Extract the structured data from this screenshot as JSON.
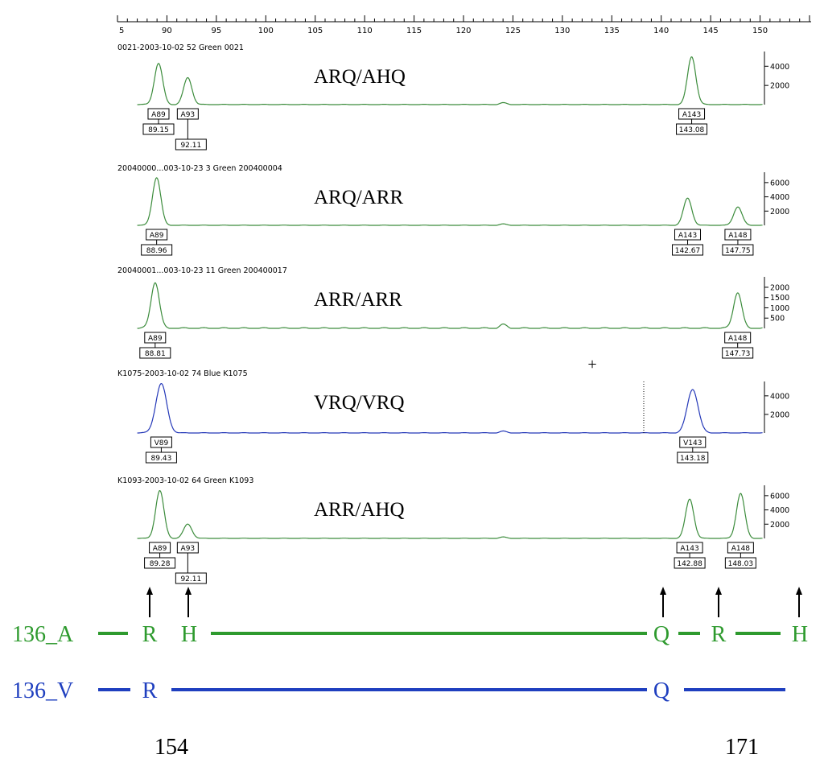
{
  "colors": {
    "green": "#3c8c3c",
    "blue": "#2438b8",
    "seq_green": "#2e9a2e",
    "seq_blue": "#1f3fbf"
  },
  "chart_data": {
    "type": "line",
    "x_axis": {
      "min": 85,
      "max": 155,
      "ticks": [
        85,
        90,
        95,
        100,
        105,
        110,
        115,
        120,
        125,
        130,
        135,
        140,
        145,
        150
      ],
      "tick_labels": [
        "5",
        "90",
        "95",
        "100",
        "105",
        "110",
        "115",
        "120",
        "125",
        "130",
        "135",
        "140",
        "145",
        "150"
      ]
    },
    "panels": [
      {
        "header": "0021-2003-10-02   52 Green  0021",
        "genotype": "ARQ/AHQ",
        "color": "green",
        "y_max": 5200,
        "y_ticks": [
          4000,
          2000
        ],
        "y_tick_labels": [
          "4000",
          "2000"
        ],
        "peaks": [
          {
            "label": "A89",
            "x": 89.15,
            "height": 4300,
            "size_label": "89.15"
          },
          {
            "label": "A93",
            "x": 92.11,
            "height": 2800,
            "size_label": "92.11"
          },
          {
            "label": "A143",
            "x": 143.08,
            "height": 5000,
            "size_label": "143.08"
          }
        ]
      },
      {
        "header": "20040000...003-10-23  3 Green  200400004",
        "genotype": "ARQ/ARR",
        "color": "green",
        "y_max": 7000,
        "y_ticks": [
          6000,
          4000,
          2000
        ],
        "y_tick_labels": [
          "6000",
          "4000",
          "2000"
        ],
        "peaks": [
          {
            "label": "A89",
            "x": 88.96,
            "height": 6700,
            "size_label": "88.96"
          },
          {
            "label": "A143",
            "x": 142.67,
            "height": 3800,
            "size_label": "142.67"
          },
          {
            "label": "A148",
            "x": 147.75,
            "height": 2600,
            "size_label": "147.75"
          }
        ]
      },
      {
        "header": "20040001...003-10-23 11 Green  200400017",
        "genotype": "ARR/ARR",
        "color": "green",
        "y_max": 2350,
        "y_ticks": [
          2000,
          1500,
          1000,
          500
        ],
        "y_tick_labels": [
          "2000",
          "1500",
          "1000",
          "500"
        ],
        "peaks": [
          {
            "label": "A89",
            "x": 88.81,
            "height": 2250,
            "size_label": "88.81"
          },
          {
            "label": "A148",
            "x": 147.73,
            "height": 1750,
            "size_label": "147.73"
          }
        ]
      },
      {
        "header": "K1075-2003-10-02   74 Blue    K1075",
        "genotype": "VRQ/VRQ",
        "color": "blue",
        "y_max": 5200,
        "y_ticks": [
          4000,
          2000
        ],
        "y_tick_labels": [
          "4000",
          "2000"
        ],
        "peaks": [
          {
            "label": "V89",
            "x": 89.43,
            "height": 5300,
            "size_label": "89.43"
          },
          {
            "label": "V143",
            "x": 143.18,
            "height": 4700,
            "size_label": "143.18"
          }
        ]
      },
      {
        "header": "K1093-2003-10-02   64 Green   K1093",
        "genotype": "ARR/AHQ",
        "color": "green",
        "y_max": 7000,
        "y_ticks": [
          6000,
          4000,
          2000
        ],
        "y_tick_labels": [
          "6000",
          "4000",
          "2000"
        ],
        "peaks": [
          {
            "label": "A89",
            "x": 89.28,
            "height": 6700,
            "size_label": "89.28"
          },
          {
            "label": "A93",
            "x": 92.11,
            "height": 2000,
            "size_label": "92.11"
          },
          {
            "label": "A143",
            "x": 142.88,
            "height": 5500,
            "size_label": "142.88"
          },
          {
            "label": "A148",
            "x": 148.03,
            "height": 6300,
            "size_label": "148.03"
          }
        ]
      }
    ],
    "sequence_A": {
      "label": "136_A",
      "residues": [
        "R",
        "H",
        "Q",
        "R",
        "H"
      ]
    },
    "sequence_V": {
      "label": "136_V",
      "residues": [
        "R",
        "Q"
      ]
    },
    "positions": [
      "154",
      "171"
    ],
    "cursor_symbol": "+"
  }
}
